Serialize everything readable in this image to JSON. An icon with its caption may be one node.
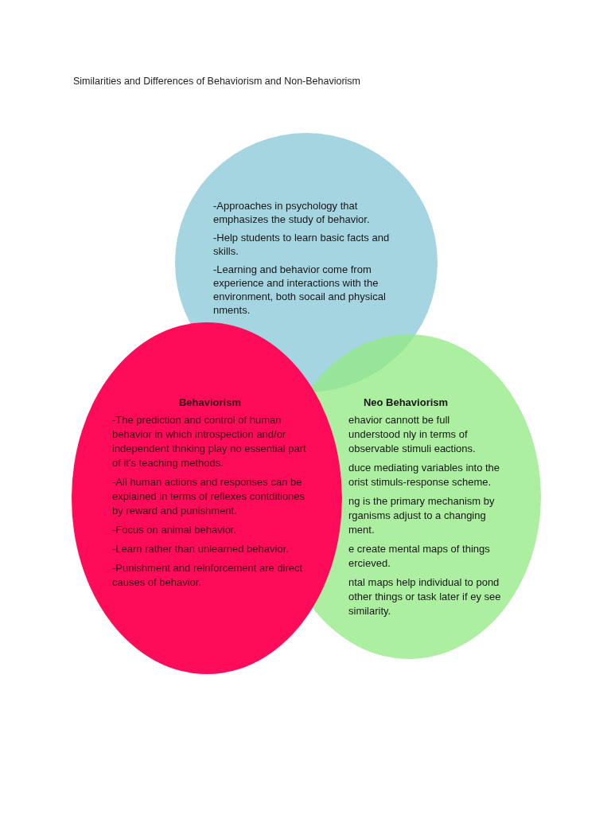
{
  "diagram": {
    "title": "Similarities and Differences of Behaviorism and Non-Behaviorism",
    "nodes": [
      {
        "text": [
          "-Approaches in psychology that emphasizes the study of behavior.",
          "-Help students to learn basic facts and skills.",
          "-Learning and behavior come from experience and interactions with the environment, both socail and physical nments."
        ]
      },
      {
        "text": [
          "Behaviorism",
          "-The prediction and control of human behavior in which introspection and/or independent thnking play no essential part of it's teaching methods.",
          "-All human actions and responses can be explained in terms of reflexes contditiones by reward and punishment.",
          "-Focus on animal behavior.",
          "-Learn rather than unlearned behavior.",
          "-Punishment and reinforcement are direct causes of behavior."
        ]
      },
      {
        "text": [
          "Neo Behaviorism",
          "ehavior cannott be full understood nly in terms of observable stimuli eactions.",
          "duce mediating variables into the orist stimuls-response scheme.",
          "ng is the primary mechanism by rganisms adjust to a changing ment.",
          "e create mental maps of things ercieved.",
          "ntal maps help individual to pond other things or task later if ey see similarity."
        ]
      }
    ]
  }
}
